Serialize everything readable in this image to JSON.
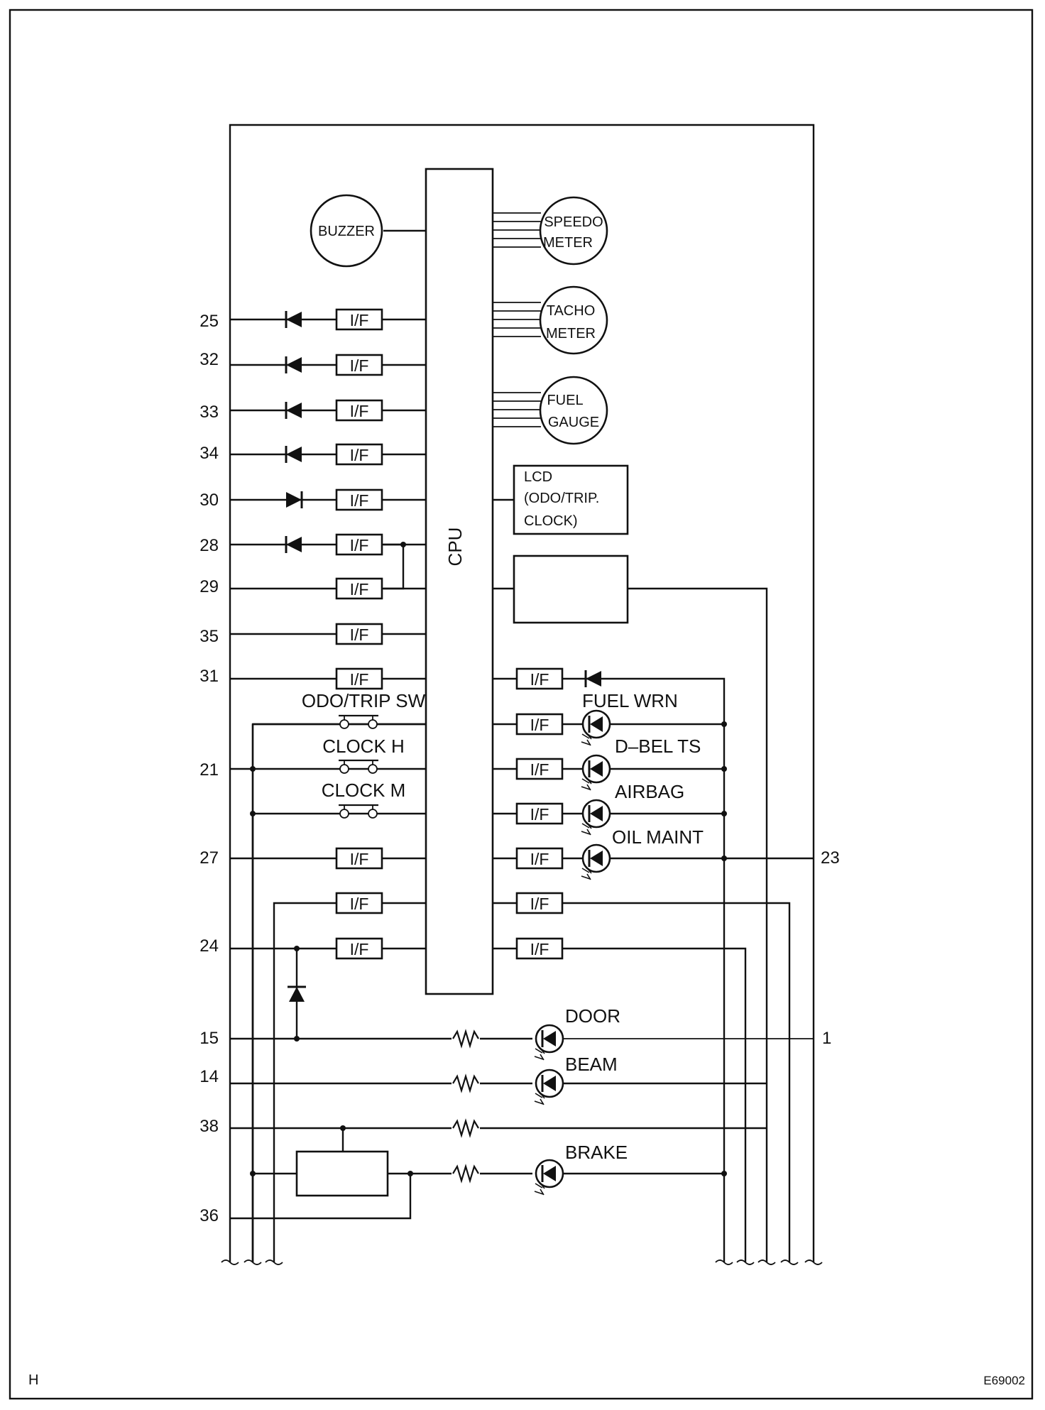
{
  "cpu_label": "CPU",
  "if_label": "I/F",
  "components": {
    "buzzer": "BUZZER",
    "speedometer": [
      "SPEEDO",
      "METER"
    ],
    "tachometer": [
      "TACHO",
      "METER"
    ],
    "fuel_gauge": [
      "FUEL",
      "GAUGE"
    ],
    "lcd": [
      "LCD",
      "(ODO/TRIP.",
      "CLOCK)"
    ]
  },
  "switches": {
    "odo_trip": "ODO/TRIP SW",
    "clock_h": "CLOCK H",
    "clock_m": "CLOCK M"
  },
  "indicators": {
    "fuel_wrn": "FUEL WRN",
    "d_bel_ts": "D–BEL TS",
    "airbag": "AIRBAG",
    "oil_maint": "OIL MAINT",
    "door": "DOOR",
    "beam": "BEAM",
    "brake": "BRAKE"
  },
  "left_pins": [
    "25",
    "32",
    "33",
    "34",
    "30",
    "28",
    "29",
    "35",
    "31",
    "21",
    "27",
    "24",
    "15",
    "14",
    "38",
    "36"
  ],
  "right_pins": [
    "23",
    "1"
  ],
  "corner_left": "H",
  "corner_right": "E69002"
}
